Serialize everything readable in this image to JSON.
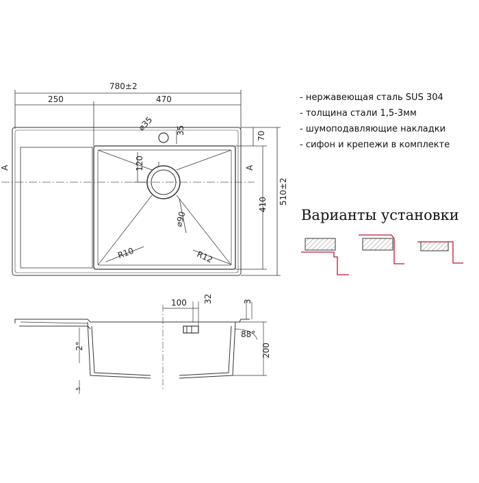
{
  "dimensions": {
    "overall_width": "780±2",
    "drainboard_width": "250",
    "bowl_width": "470",
    "drain_diameter": "⌀35",
    "drain_offset": "35",
    "back_margin": "70",
    "bowl_depth": "410",
    "overall_depth": "510±2",
    "drain_to_edge": "120",
    "outlet_diameter": "⌀90",
    "inner_radius": "R10",
    "corner_radius": "R12",
    "overflow_offset": "100",
    "overflow_height": "32",
    "rim_thickness": "3",
    "wall_angle": "88°",
    "slope_angle": "2°",
    "bowl_height": "200",
    "bottom_offset": "5"
  },
  "section_marker": "A",
  "features": [
    "- нержавеющая сталь SUS 304",
    "- толщина стали 1,5-3мм",
    "- шумоподавляющие накладки",
    "- сифон и крепежи в комплекте"
  ],
  "install_title": "Варианты установки",
  "colors": {
    "line": "#333333",
    "mount_profile": "#c8102e",
    "hatch": "#888888"
  }
}
